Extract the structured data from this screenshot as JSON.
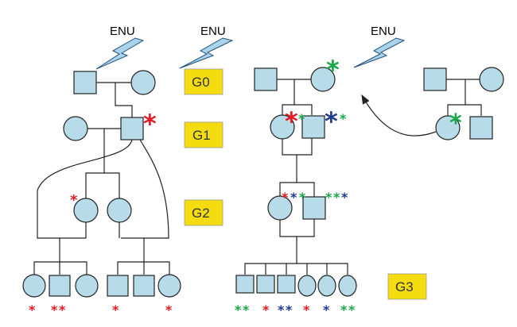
{
  "mutagen": {
    "label": "ENU"
  },
  "generations": [
    {
      "label": "G0"
    },
    {
      "label": "G1"
    },
    {
      "label": "G2"
    },
    {
      "label": "G3"
    }
  ],
  "mutation_marker": "*",
  "marker_colors": {
    "red": "#e31b23",
    "green": "#1aa64a",
    "blue": "#1f3a93"
  },
  "node_color": "#b7dbe8"
}
